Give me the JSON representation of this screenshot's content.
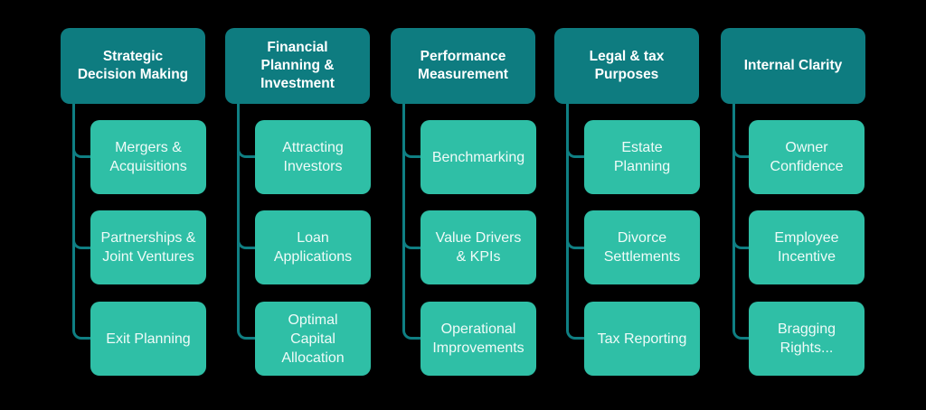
{
  "title": "Business Valuation Purposes Diagram",
  "colors": {
    "background": "#000000",
    "header_bg": "#0E7C80",
    "child_bg": "#2FBFA6",
    "line_color": "#0F7F83",
    "header_text": "#FFFFFF",
    "child_text": "#EFFBF8"
  },
  "columns": [
    {
      "header": "Strategic\nDecision Making",
      "children": [
        "Mergers &\nAcquisitions",
        "Partnerships &\nJoint Ventures",
        "Exit Planning"
      ]
    },
    {
      "header": "Financial\nPlanning &\nInvestment",
      "children": [
        "Attracting\nInvestors",
        "Loan\nApplications",
        "Optimal\nCapital\nAllocation"
      ]
    },
    {
      "header": "Performance\nMeasurement",
      "children": [
        "Benchmarking",
        "Value Drivers\n& KPIs",
        "Operational\nImprovements"
      ]
    },
    {
      "header": "Legal & tax\nPurposes",
      "children": [
        "Estate\nPlanning",
        "Divorce\nSettlements",
        "Tax Reporting"
      ]
    },
    {
      "header": "Internal Clarity",
      "children": [
        "Owner\nConfidence",
        "Employee\nIncentive",
        "Bragging\nRights..."
      ]
    }
  ]
}
